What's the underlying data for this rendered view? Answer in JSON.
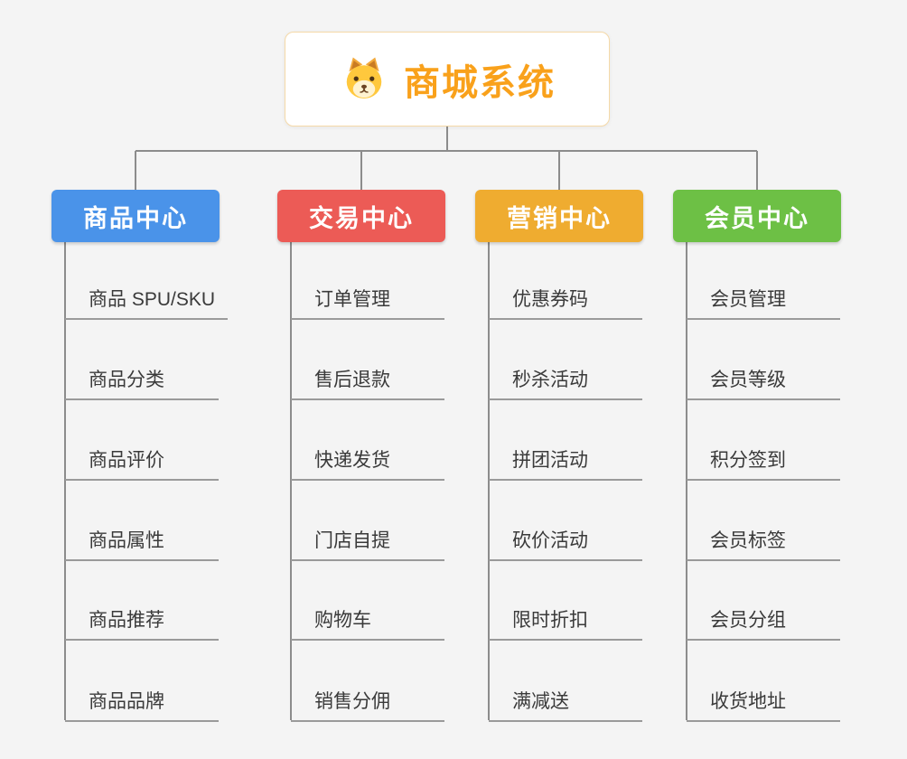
{
  "root": {
    "title": "商城系统",
    "icon": "doge-icon"
  },
  "colors": {
    "background": "#f4f4f4",
    "line": "#8c8c8c",
    "root_title": "#f9a11b",
    "root_border": "#f5d9a8",
    "leaf_text": "#3a3a3a",
    "branch_blue": "#4A93E9",
    "branch_red": "#EC5B56",
    "branch_orange": "#EFAC30",
    "branch_green": "#6DC045"
  },
  "branches": [
    {
      "label": "商品中心",
      "color": "#4A93E9",
      "items": [
        "商品 SPU/SKU",
        "商品分类",
        "商品评价",
        "商品属性",
        "商品推荐",
        "商品品牌"
      ]
    },
    {
      "label": "交易中心",
      "color": "#EC5B56",
      "items": [
        "订单管理",
        "售后退款",
        "快递发货",
        "门店自提",
        "购物车",
        "销售分佣"
      ]
    },
    {
      "label": "营销中心",
      "color": "#EFAC30",
      "items": [
        "优惠券码",
        "秒杀活动",
        "拼团活动",
        "砍价活动",
        "限时折扣",
        "满减送"
      ]
    },
    {
      "label": "会员中心",
      "color": "#6DC045",
      "items": [
        "会员管理",
        "会员等级",
        "积分签到",
        "会员标签",
        "会员分组",
        "收货地址"
      ]
    }
  ]
}
